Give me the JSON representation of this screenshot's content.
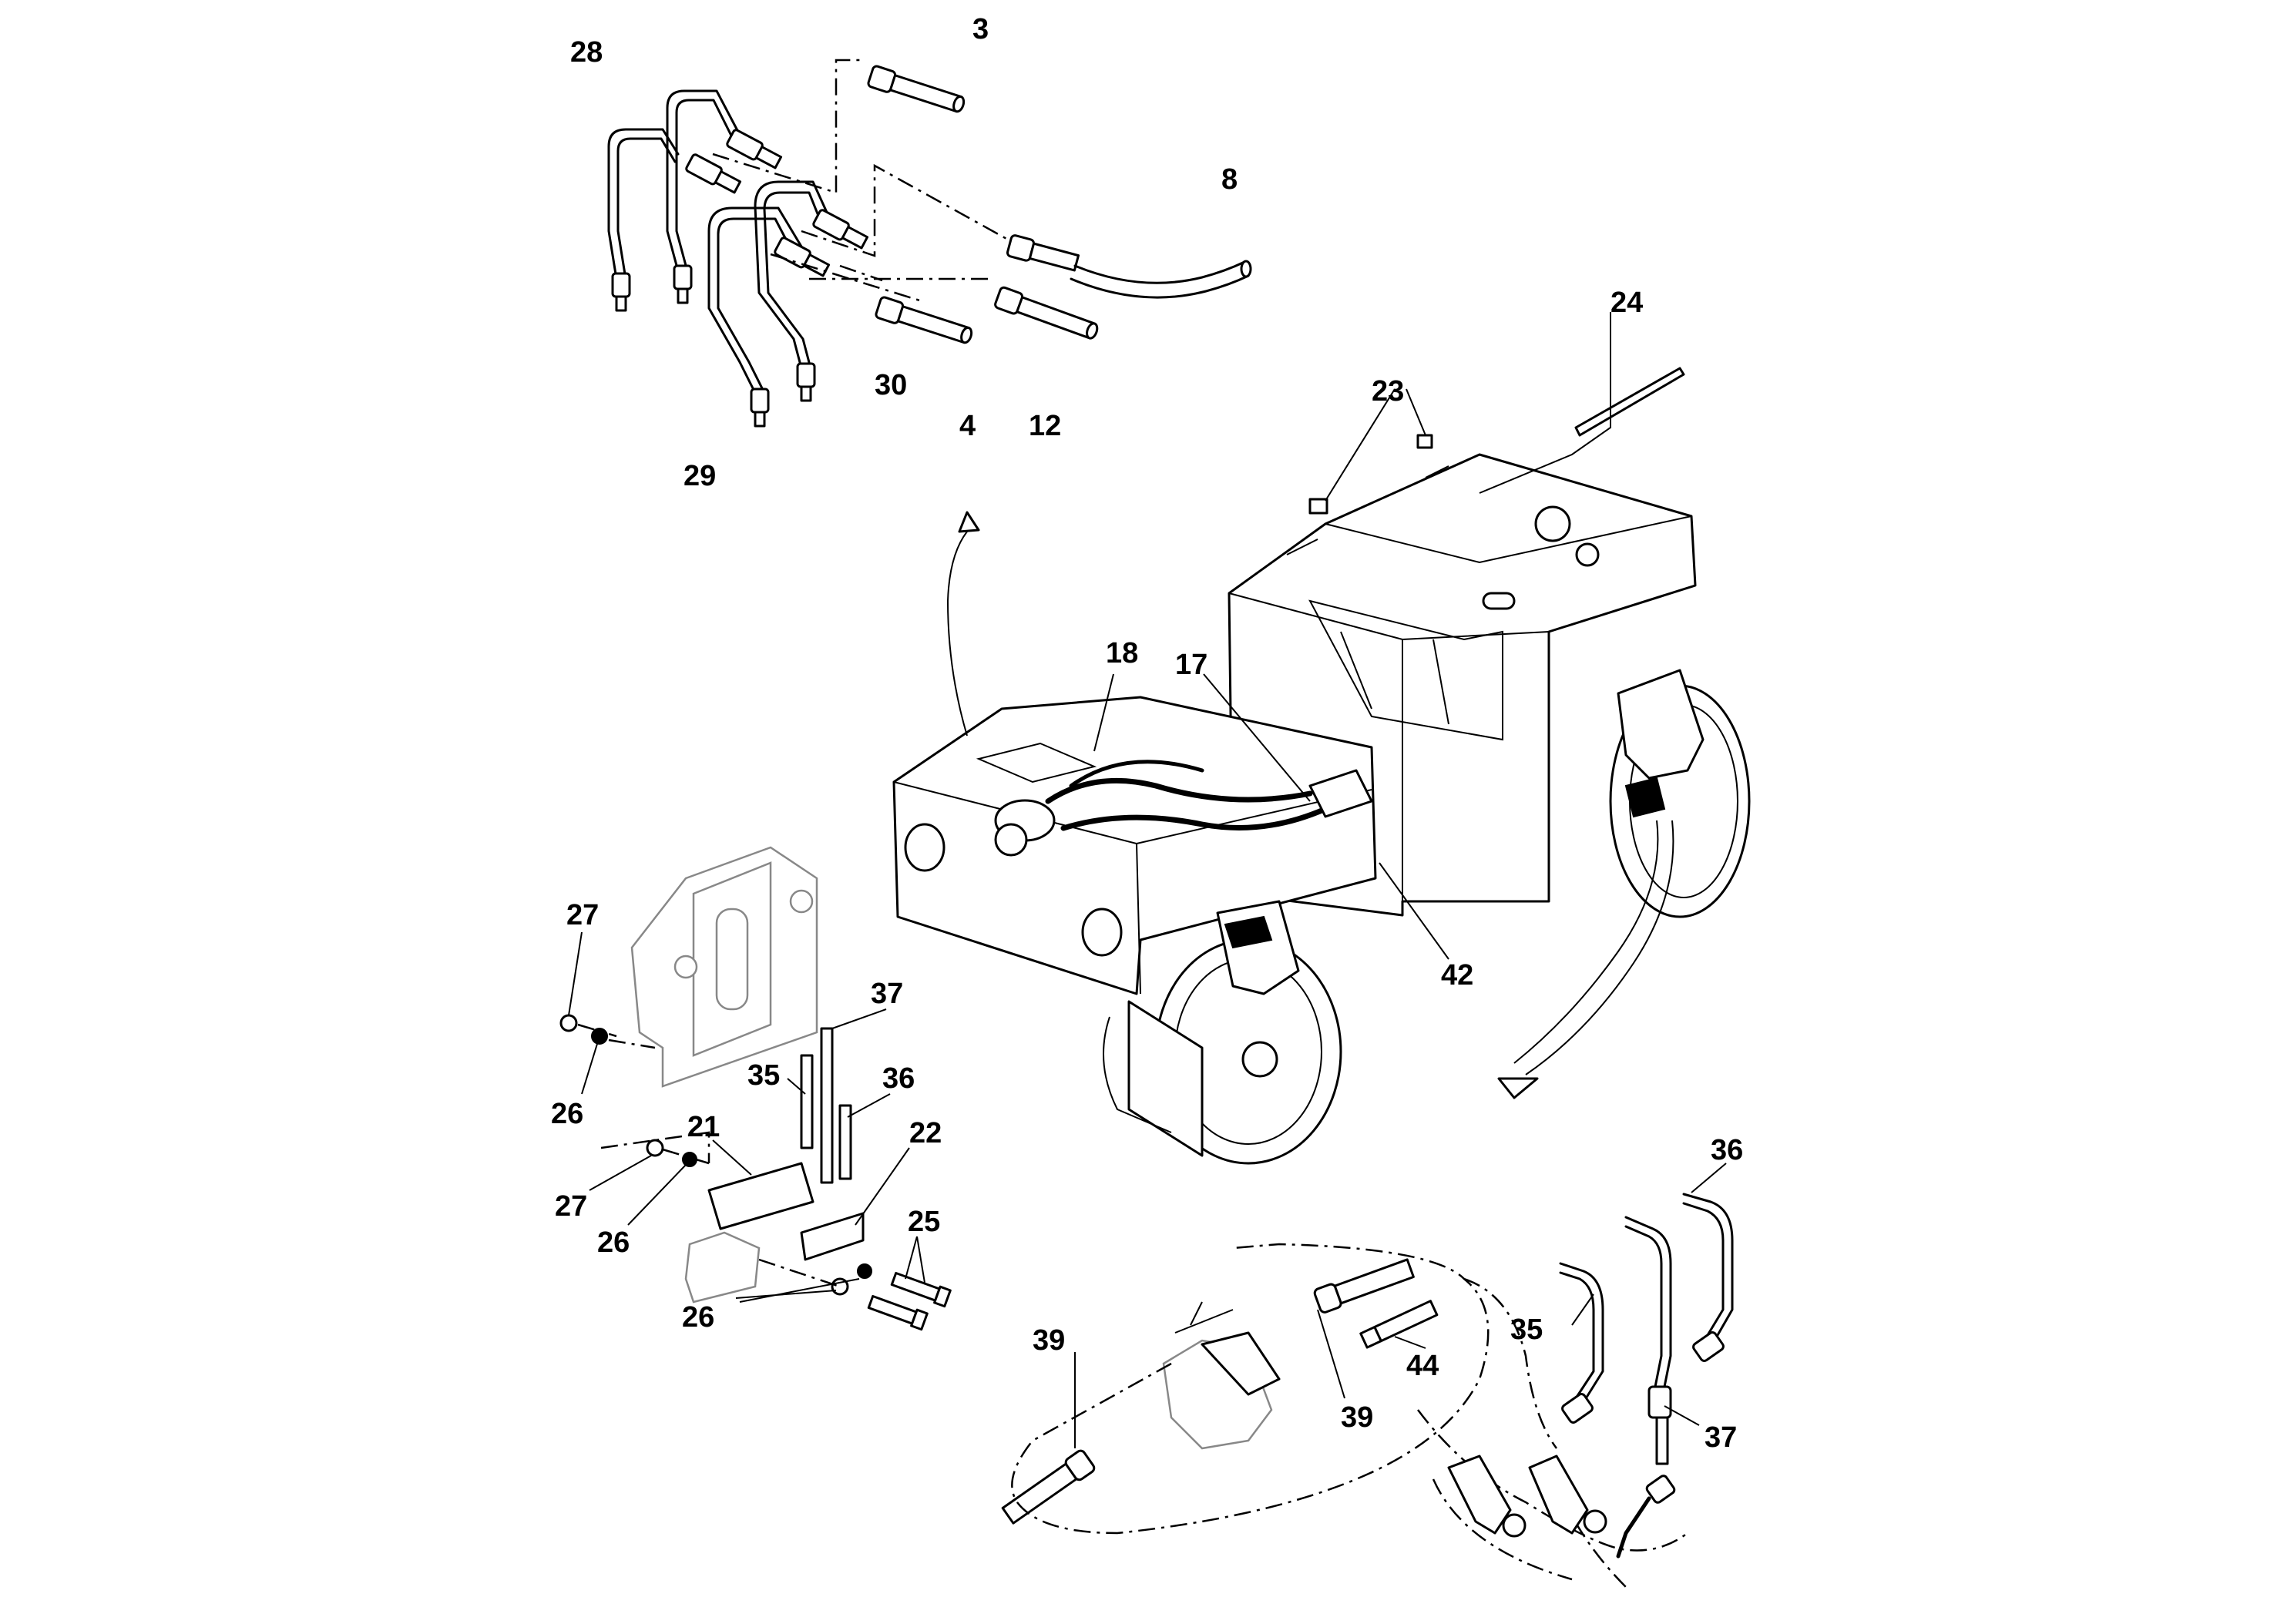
{
  "callouts": {
    "c3": "3",
    "c28": "28",
    "c8": "8",
    "c30": "30",
    "c4": "4",
    "c12": "12",
    "c29": "29",
    "c24": "24",
    "c23": "23",
    "c18": "18",
    "c17": "17",
    "c42": "42",
    "c27a": "27",
    "c26a": "26",
    "c37a": "37",
    "c36a": "36",
    "c35a": "35",
    "c21": "21",
    "c22": "22",
    "c27b": "27",
    "c26b": "26",
    "c25": "25",
    "c26c": "26",
    "c36b": "36",
    "c35b": "35",
    "c39a": "39",
    "c39b": "39",
    "c44": "44",
    "c37b": "37"
  }
}
